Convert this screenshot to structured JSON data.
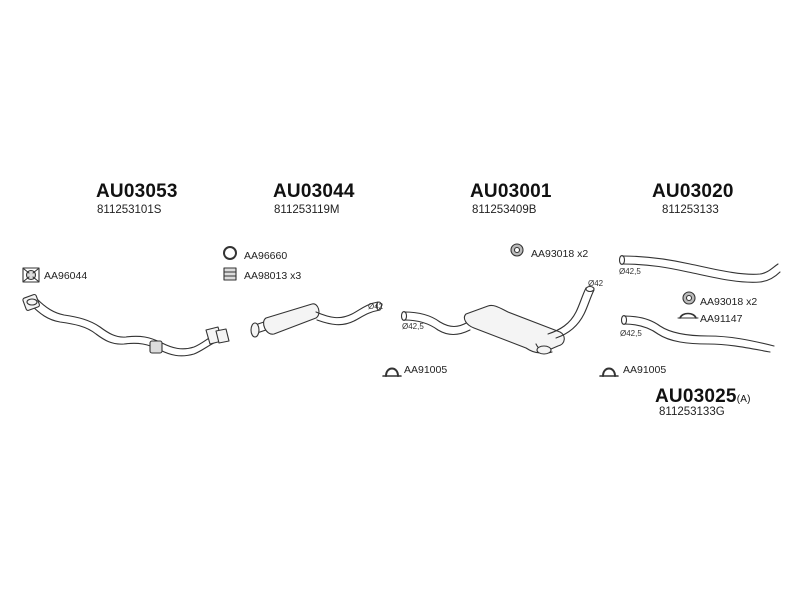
{
  "assemblies": [
    {
      "code": "AU03053",
      "oem": "811253101S"
    },
    {
      "code": "AU03044",
      "oem": "811253119M"
    },
    {
      "code": "AU03001",
      "oem": "811253409B"
    },
    {
      "code": "AU03020",
      "oem": "811253133"
    },
    {
      "code": "AU03025",
      "suffix": "(A)",
      "oem": "811253133G"
    }
  ],
  "accessories": {
    "a1": "AA96044",
    "a2": "AA96660",
    "a3": "AA98013 x3",
    "a4": "AA93018 x2",
    "a5": "AA91005",
    "a6": "AA93018 x2",
    "a7": "AA91147",
    "a8": "AA91005"
  },
  "dimensions": {
    "d1": "Ø42",
    "d2": "Ø42,5",
    "d3": "Ø42",
    "d4": "Ø42,5",
    "d5": "Ø42,5"
  },
  "colors": {
    "line": "#333333",
    "fill_light": "#f4f4f4",
    "fill_dark": "#dcdcdc"
  },
  "icons": [
    "clamp-icon",
    "o-ring-icon",
    "rubber-mount-icon",
    "hanger-icon",
    "u-bolt-clamp-icon",
    "bracket-icon"
  ]
}
